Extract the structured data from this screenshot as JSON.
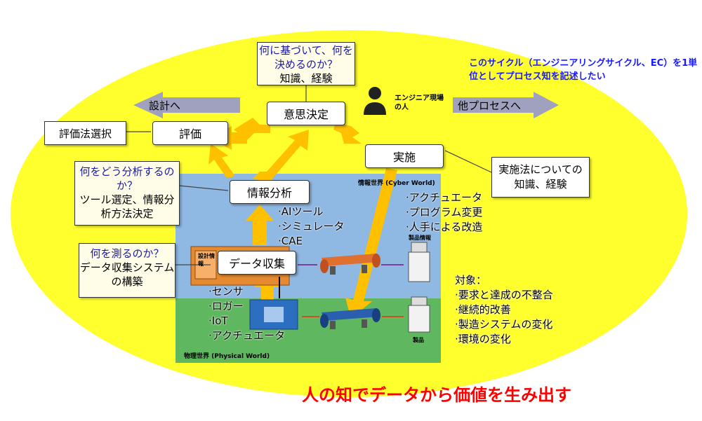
{
  "center_box": {
    "decision": "意思決定",
    "evaluation": "評価",
    "implementation": "実施",
    "analysis": "情報分析",
    "collection": "データ収集"
  },
  "question_decision": {
    "question": "何に基づいて、何を決めるのか？",
    "answer": "知識、経験"
  },
  "question_analysis": {
    "question": "何をどう分析するのか？",
    "answer": "ツール選定、情報分析方法決定"
  },
  "question_measure": {
    "question": "何を測るのか？",
    "answer": "データ収集システムの構築"
  },
  "eval_method_label": "評価法選択",
  "impl_knowledge_label": "実施法についての知識、経験",
  "arrow_design": "設計へ",
  "arrow_other": "他プロセスへ",
  "engineer_label": "エンジニア現場の人",
  "cycle_note": "このサイクル（エンジニアリングサイクル、EC）を1単位としてプロセス知を記述したい",
  "cyber_world_label": "情報世界 (Cyber World)",
  "physical_world_label": "物理世界 (Physical World)",
  "design_info_label": "設計情報",
  "product_info_label": "製品情報",
  "product_label": "製品",
  "tools_list": [
    "·AIツール",
    "·シミュレータ",
    "·CAE"
  ],
  "sensor_list": [
    "·センサ",
    "·ロガー",
    "·IoT",
    "·アクチュエータ"
  ],
  "action_list": [
    "·アクチュエータ",
    "·プログラム変更",
    "·人手による改造"
  ],
  "target_title": "対象：",
  "target_list": [
    "·要求と達成の不整合",
    "·継続的改善",
    "·製造システムの変化",
    "·環境の変化"
  ],
  "bottom_slogan": "人の知でデータから価値を生み出す",
  "colors": {
    "ellipse": "#ffff2e",
    "cyber": "#8fb8e3",
    "physical": "#5fb75f",
    "arrow": "#ffc000",
    "side_arrow": "#8080f0",
    "slogan": "#ff0000",
    "question": "#1a1aa6"
  }
}
